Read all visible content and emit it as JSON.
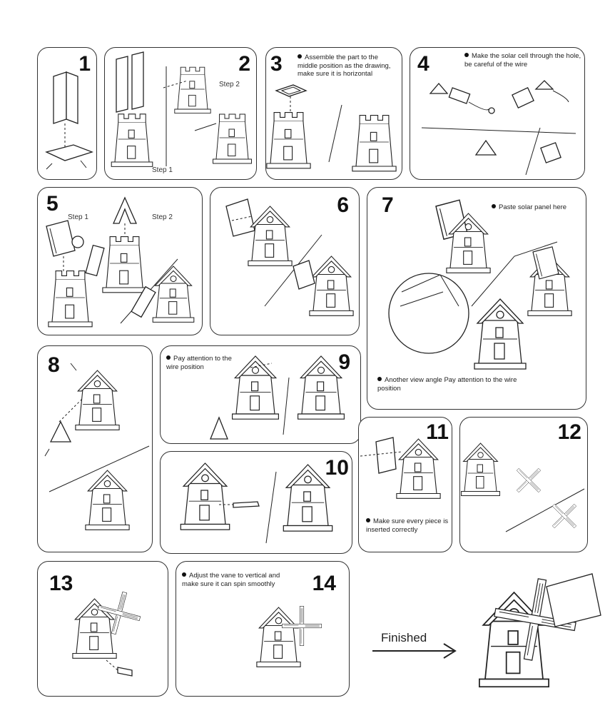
{
  "steps": [
    {
      "num": "1"
    },
    {
      "num": "2",
      "labels": [
        "Step 2",
        "Step 1"
      ]
    },
    {
      "num": "3",
      "note": "Assemble the part to the middle position as the drawing, make sure it is horizontal"
    },
    {
      "num": "4",
      "note": "Make the solar cell through the hole, be careful of the wire"
    },
    {
      "num": "5",
      "labels": [
        "Step 1",
        "Step 2"
      ]
    },
    {
      "num": "6"
    },
    {
      "num": "7",
      "note": "Paste solar panel here",
      "note2": "Another view angle Pay attention to the wire position"
    },
    {
      "num": "8"
    },
    {
      "num": "9",
      "note": "Pay attention to the wire position"
    },
    {
      "num": "10"
    },
    {
      "num": "11",
      "note": "Make sure every piece is inserted correctly"
    },
    {
      "num": "12"
    },
    {
      "num": "13"
    },
    {
      "num": "14",
      "note": "Adjust the  vane to vertical and make sure it can spin smoothly"
    }
  ],
  "finished_label": "Finished"
}
